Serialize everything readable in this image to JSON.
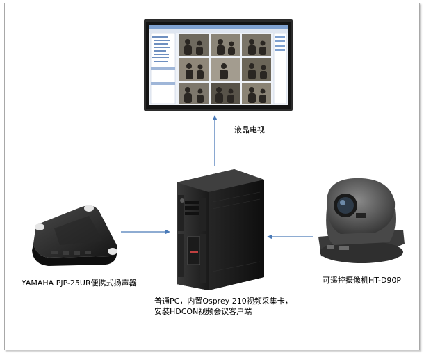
{
  "labels": {
    "tv": "液晶电视",
    "speaker": "YAMAHA PJP-25UR便携式扬声器",
    "camera": "可遥控摄像机HT-D90P",
    "pc_line1": "普通PC，内置Osprey 210视频采集卡，",
    "pc_line2": "安装HDCON视频会议客户端"
  },
  "colors": {
    "arrow": "#4a7ab8",
    "tv_bezel": "#2b2b2b",
    "pc_body": "#1e1e1e",
    "camera_body": "#4a4a4a"
  }
}
